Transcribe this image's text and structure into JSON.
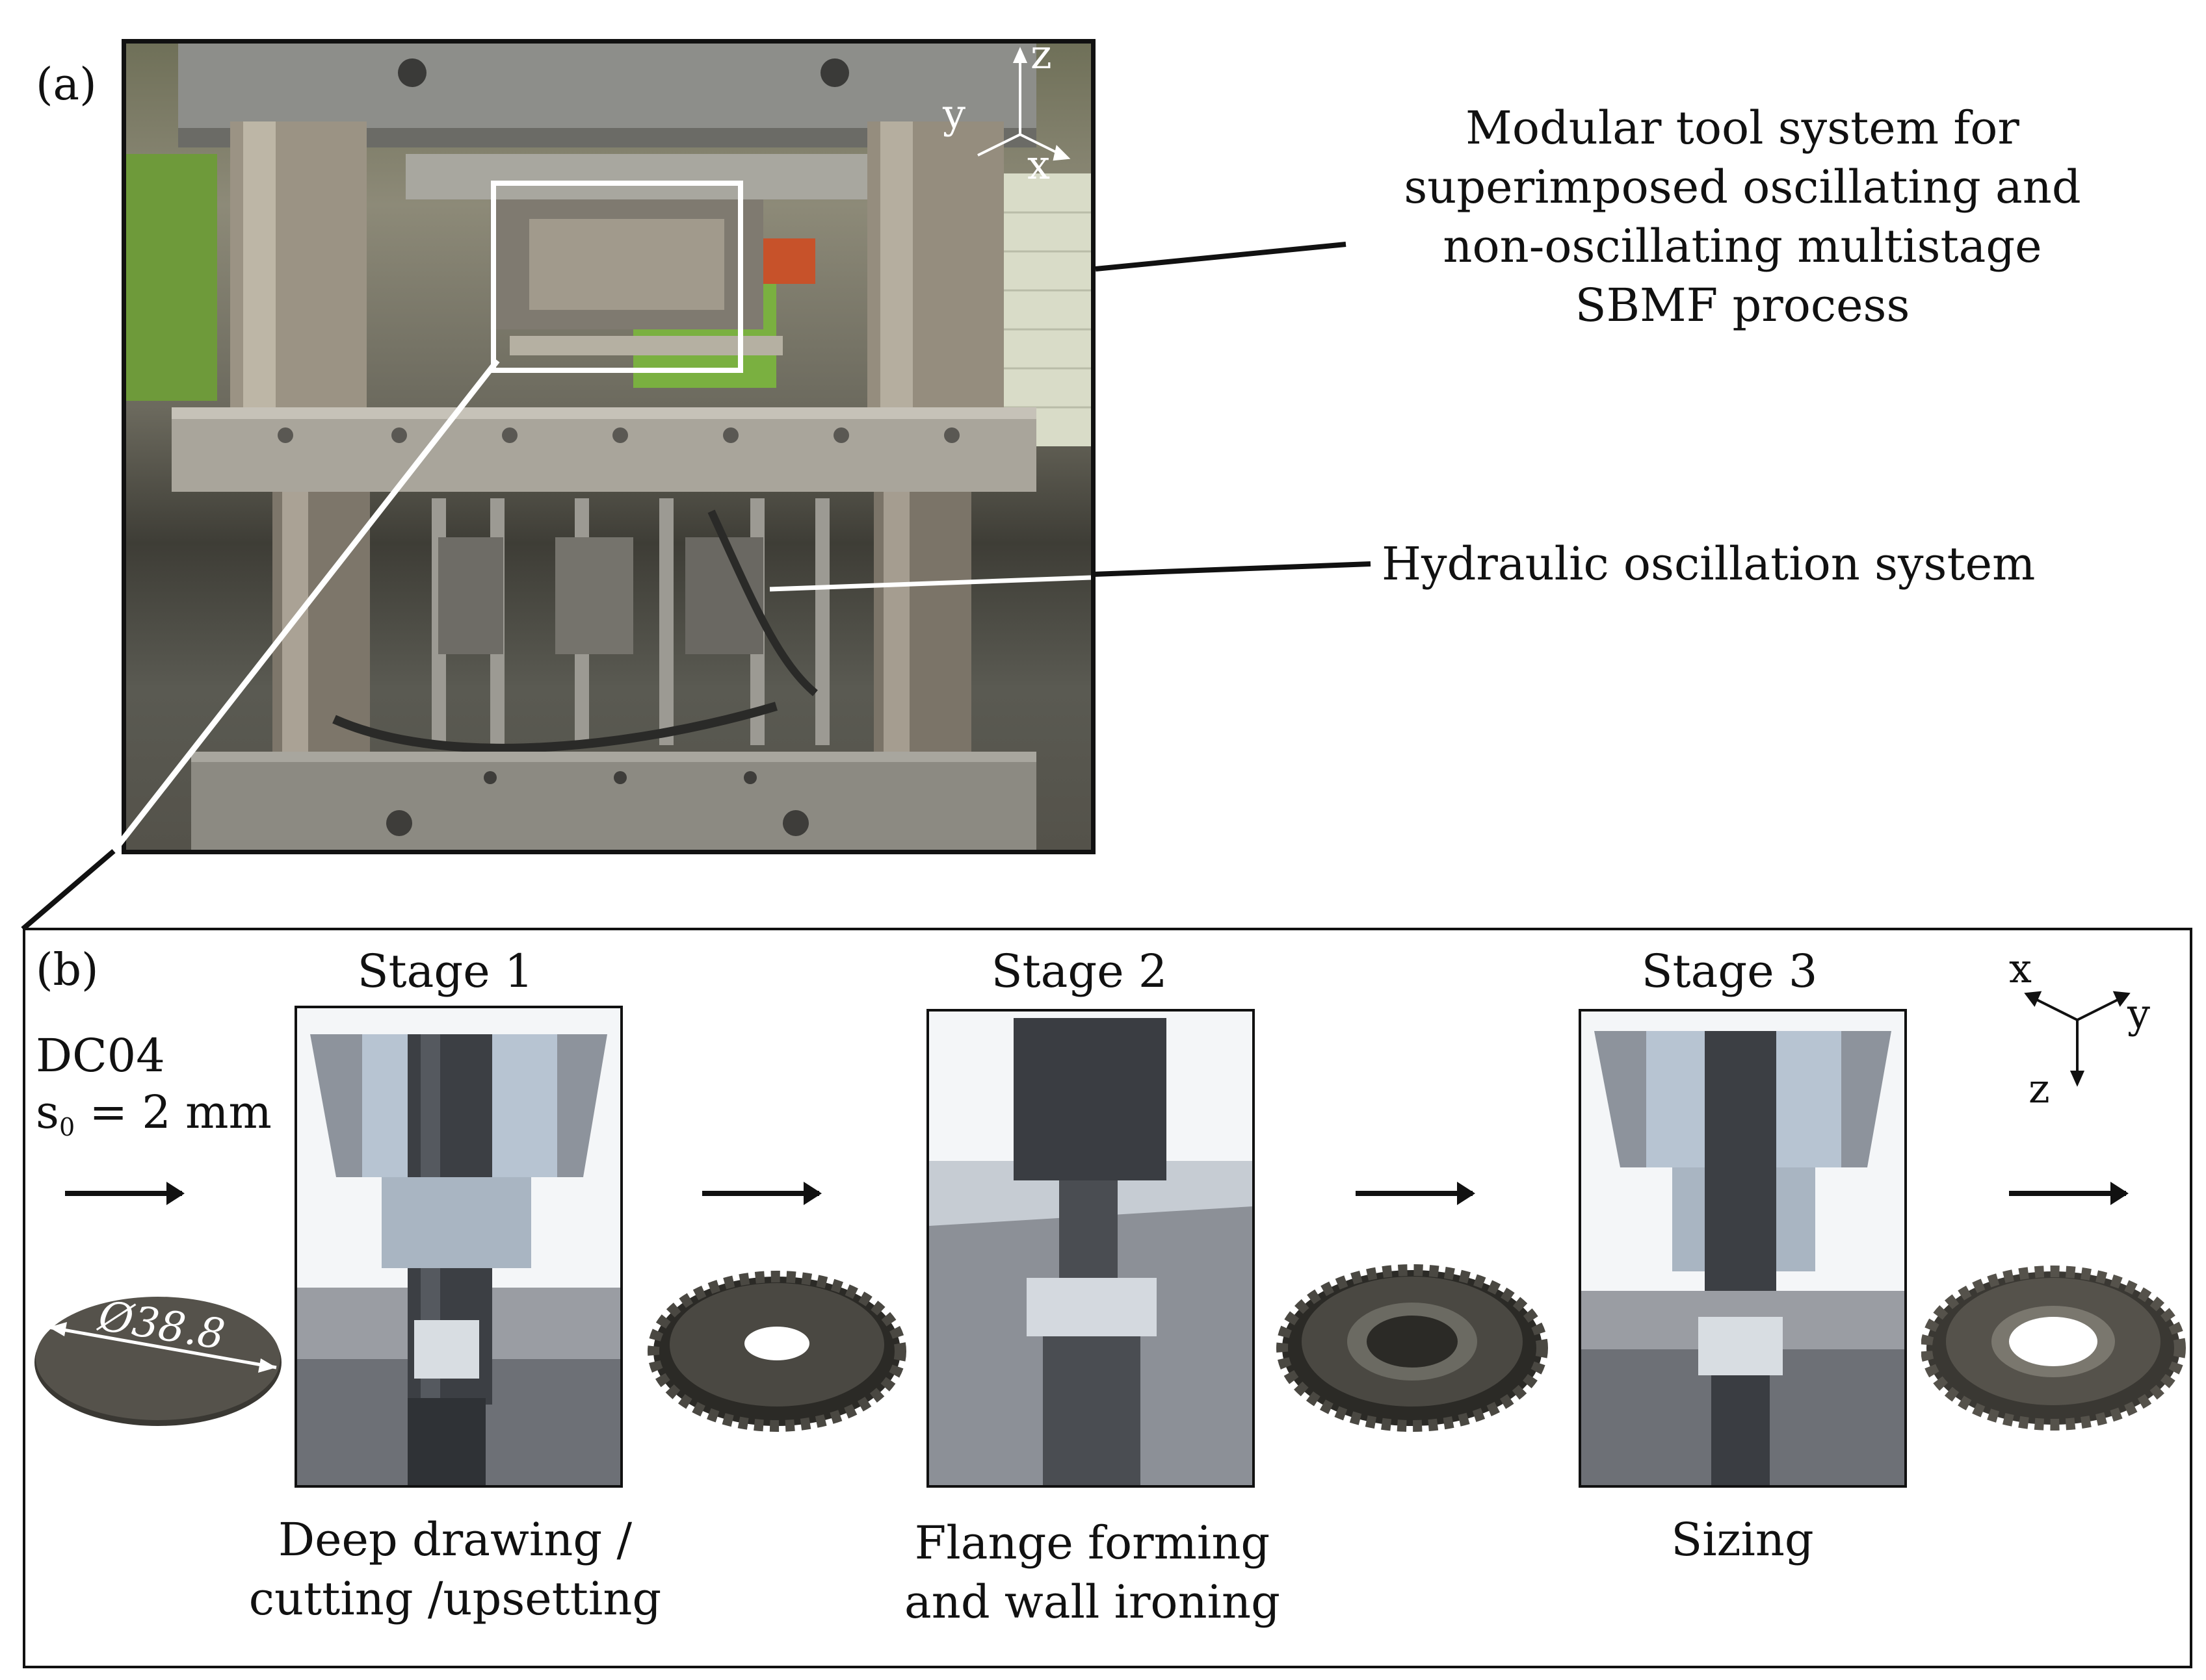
{
  "panel_a": {
    "label": "(a)",
    "annotation_top": "Modular tool system for superimposed oscillating and non-oscillating multistage SBMF process",
    "annotation_bottom": "Hydraulic oscillation system",
    "axes": {
      "z": "z",
      "y": "y",
      "x": "x"
    }
  },
  "panel_b": {
    "label": "(b)",
    "material": "DC04",
    "thickness_sym": "s",
    "thickness_sub": "0",
    "thickness_val": " = 2 mm",
    "blank_diameter": "Ø38.8",
    "axes": {
      "x": "x",
      "y": "y",
      "z": "z"
    },
    "stages": [
      {
        "title": "Stage 1",
        "caption_line1": "Deep drawing /",
        "caption_line2": "cutting /upsetting"
      },
      {
        "title": "Stage 2",
        "caption_line1": "Flange forming",
        "caption_line2": "and wall ironing"
      },
      {
        "title": "Stage 3",
        "caption_line1": "Sizing",
        "caption_line2": ""
      }
    ]
  },
  "colors": {
    "line": "#111111",
    "frame_highlight": "#ffffff",
    "steel": "#8a8f99",
    "punch": "#3c3f44",
    "gear": "#3a3833"
  }
}
